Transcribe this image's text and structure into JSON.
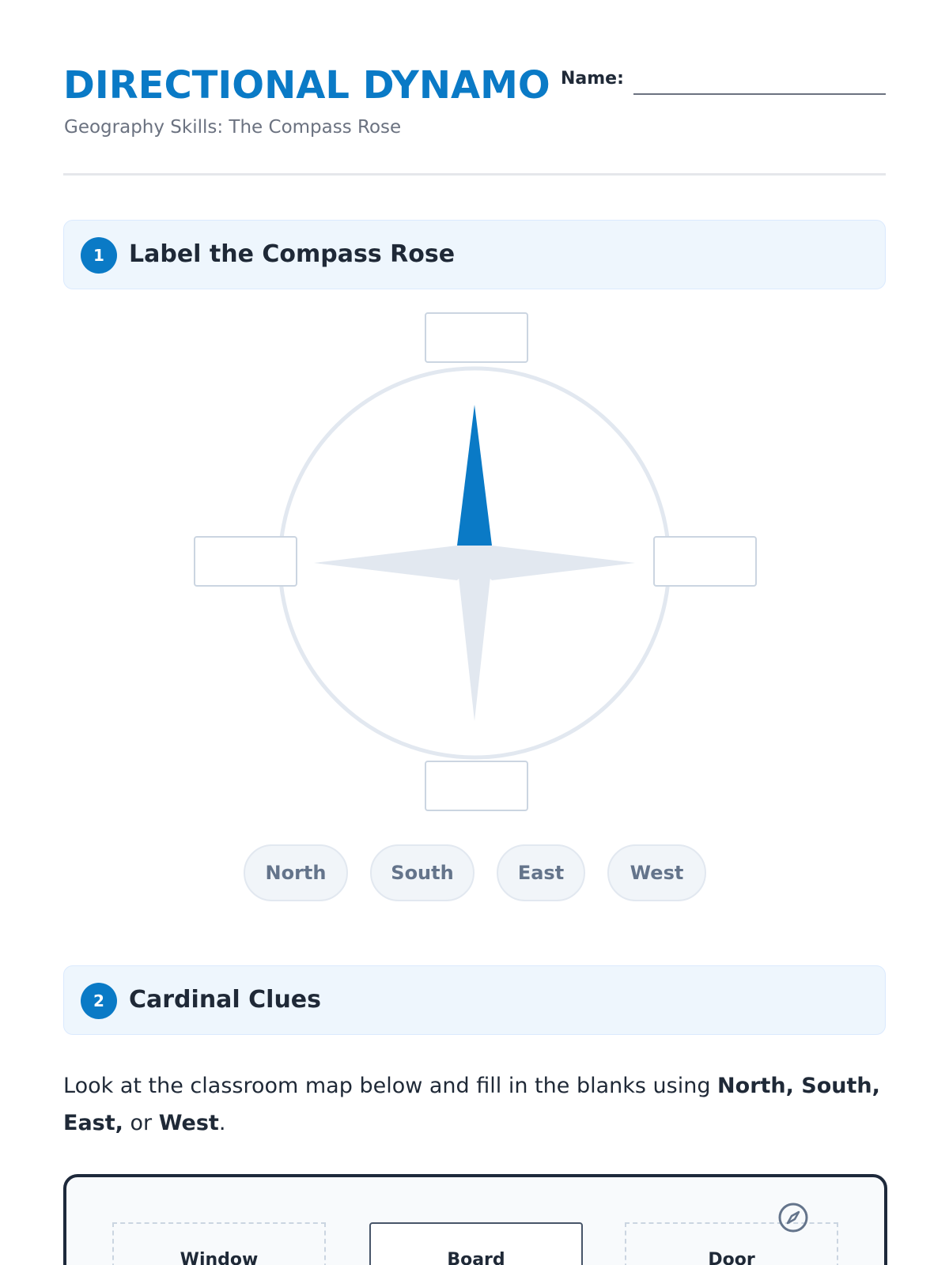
{
  "header": {
    "title": "DIRECTIONAL DYNAMO",
    "subtitle": "Geography Skills: The Compass Rose",
    "name_label": "Name:"
  },
  "section1": {
    "number": "1",
    "title": "Label the Compass Rose",
    "word_bank": [
      "North",
      "South",
      "East",
      "West"
    ]
  },
  "section2": {
    "number": "2",
    "title": "Cardinal Clues",
    "instructions": {
      "lead": "Look at the classroom map below and fill in the blanks using ",
      "w1": "North, South,",
      "w2": "East,",
      "connector": " or ",
      "w3": "West",
      "end": "."
    },
    "map_items": {
      "left": "Window",
      "center": "Board",
      "right": "Door"
    },
    "map_icon": "compass-icon"
  },
  "colors": {
    "accent": "#0a7ac6",
    "section_bg": "#eef6fd",
    "compass_gray": "#e2e8f0",
    "text": "#1f2937",
    "muted": "#6b7280"
  }
}
